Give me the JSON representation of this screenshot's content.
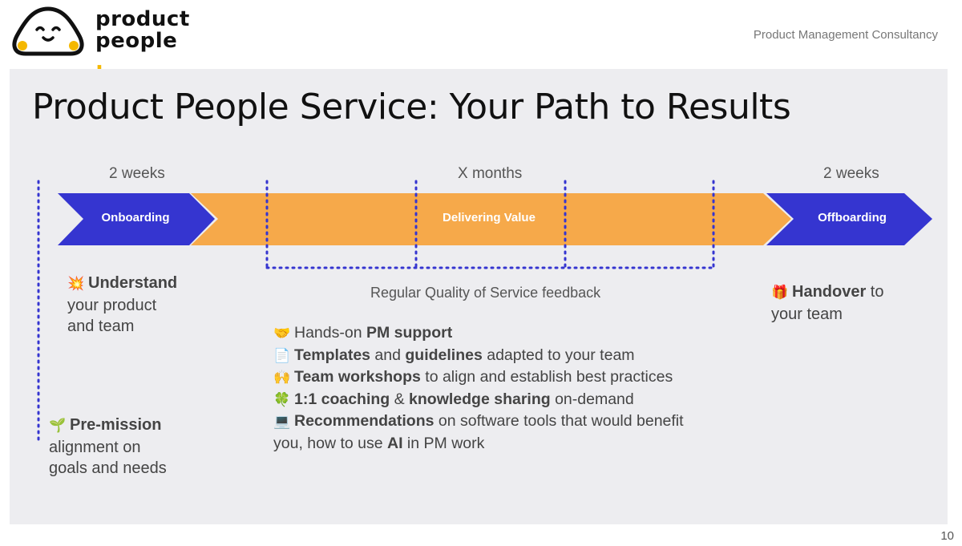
{
  "header": {
    "logo_line1": "product",
    "logo_line2": "people",
    "logo_dot": ".",
    "tagline": "Product Management Consultancy"
  },
  "slide": {
    "title": "Product People Service: Your Path to Results",
    "page_number": "10"
  },
  "timeline": {
    "onboarding": {
      "duration": "2 weeks",
      "label": "Onboarding",
      "color": "#3535d0"
    },
    "delivering": {
      "duration": "X months",
      "label": "Delivering Value",
      "color": "#f6a94a"
    },
    "offboarding": {
      "duration": "2 weeks",
      "label": "Offboarding",
      "color": "#3535d0"
    },
    "dotted_color": "#3535d0"
  },
  "left_notes": {
    "understand": {
      "emoji": "💥",
      "bold": "Understand",
      "rest_line1": "your product",
      "rest_line2": "and team"
    },
    "premission": {
      "emoji": "🌱",
      "bold": "Pre-mission",
      "rest_line1": "alignment on",
      "rest_line2": "goals and needs"
    }
  },
  "feedback_text": "Regular Quality of Service feedback",
  "services": [
    {
      "emoji": "🤝",
      "parts": [
        "Hands-on ",
        "PM support",
        ""
      ]
    },
    {
      "emoji": "📄",
      "parts": [
        "",
        "Templates",
        " and ",
        "guidelines",
        " adapted to your team"
      ]
    },
    {
      "emoji": "🙌",
      "parts": [
        "",
        "Team workshops",
        " to align and establish best practices"
      ]
    },
    {
      "emoji": "🍀",
      "parts": [
        "",
        "1:1 coaching",
        " & ",
        "knowledge sharing",
        " on-demand"
      ]
    },
    {
      "emoji": "💻",
      "parts": [
        "",
        "Recommendations",
        " on software tools that would benefit you, how to use ",
        "AI",
        " in PM work"
      ]
    }
  ],
  "handover": {
    "emoji": "🎁",
    "bold": "Handover",
    "rest": " to",
    "line2": "your team"
  }
}
